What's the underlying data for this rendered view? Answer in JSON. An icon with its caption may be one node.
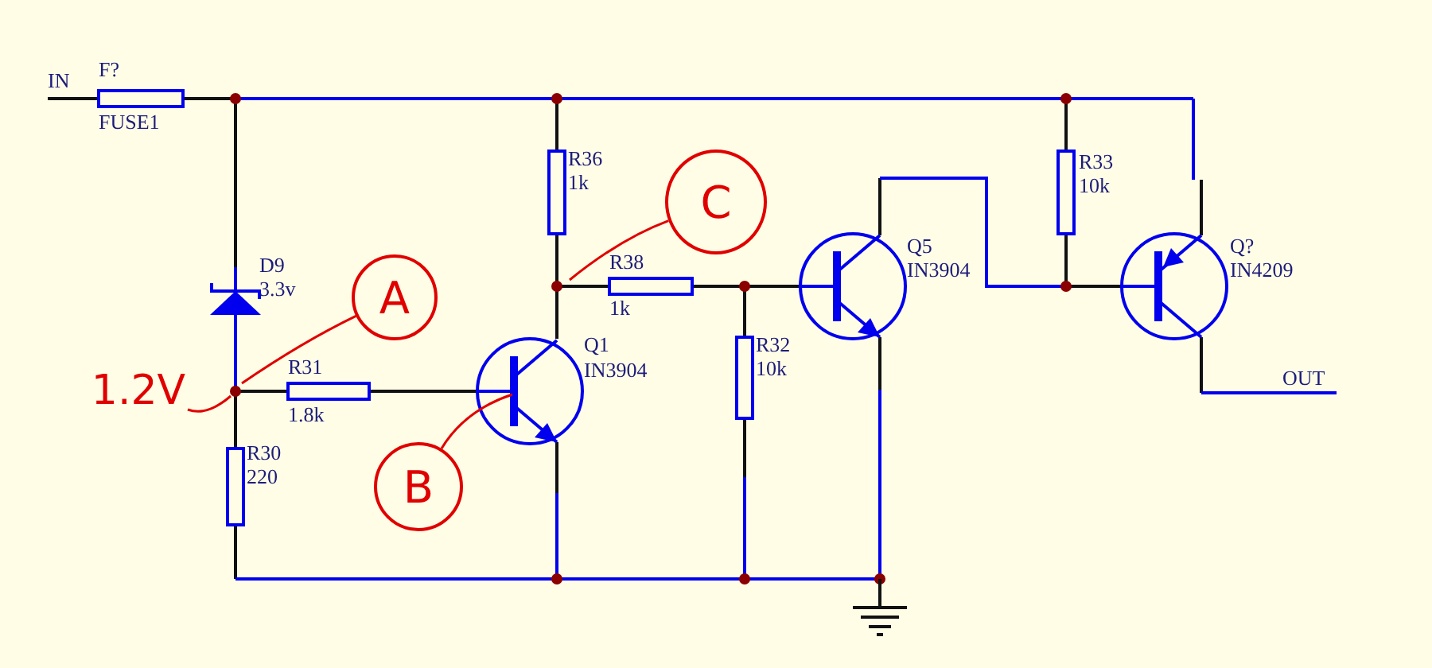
{
  "diagram": {
    "nodes": [
      {
        "text": [
          "1.2V"
        ]
      },
      {
        "text": [
          "A"
        ]
      },
      {
        "text": [
          "B"
        ]
      },
      {
        "text": [
          "C"
        ]
      }
    ],
    "edges": [
      {
        "from": 0,
        "to": null,
        "arrow": "none"
      },
      {
        "from": 1,
        "to": null,
        "arrow": "none"
      },
      {
        "from": 2,
        "to": null,
        "arrow": "none"
      },
      {
        "from": 3,
        "to": null,
        "arrow": "none"
      }
    ],
    "labels": [
      "IN",
      "F?",
      "FUSE1",
      "D9",
      "3.3v",
      "R31",
      "1.8k",
      "R30",
      "220",
      "R36",
      "1k",
      "R38",
      "1k",
      "Q1",
      "IN3904",
      "R32",
      "10k",
      "Q5",
      "IN3904",
      "R33",
      "10k",
      "Q?",
      "IN4209",
      "OUT"
    ]
  }
}
